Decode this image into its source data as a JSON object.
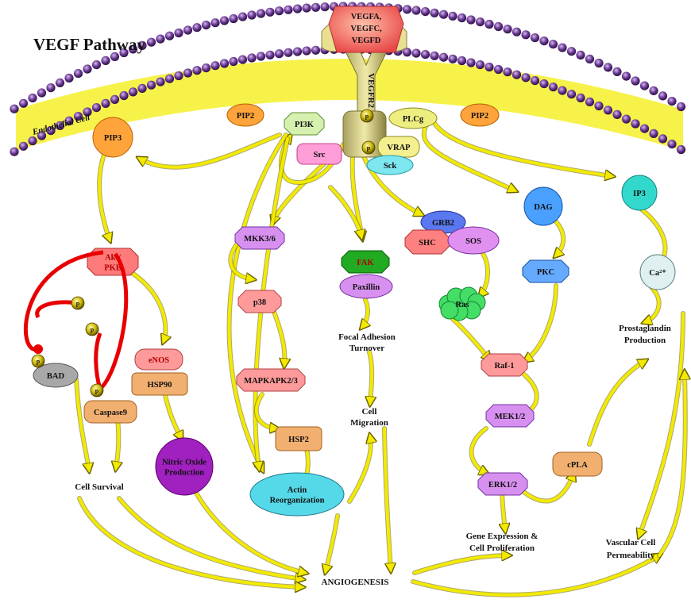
{
  "title": "VEGF Pathway",
  "ligand": [
    "VEGFA,",
    "VEGFC,",
    "VEGFD"
  ],
  "receptor": "VEGFR2",
  "membrane_label": "Endothelial Cell",
  "phospho": "p",
  "nodes": {
    "pip3": "PIP3",
    "pip2_left": "PIP2",
    "pip2_right": "PIP2",
    "pi3k": "PI3K",
    "plcg": "PLCg",
    "vrap": "VRAP",
    "sck": "Sck",
    "src": "Src",
    "akt": [
      "Akt/",
      "PKB"
    ],
    "bad": "BAD",
    "caspase9": "Caspase9",
    "enos": "eNOS",
    "hsp90": "HSP90",
    "no": [
      "Nitric Oxide",
      "Production"
    ],
    "mkk": "MKK3/6",
    "p38": "p38",
    "mapkapk": "MAPKAPK2/3",
    "hsp2": "HSP2",
    "actin": [
      "Actin",
      "Reorganization"
    ],
    "fak": "FAK",
    "paxillin": "Paxillin",
    "grb2": "GRB2",
    "shc": "SHC",
    "sos": "SOS",
    "ras": "Ras",
    "dag": "DAG",
    "pkc": "PKC",
    "raf": "Raf-1",
    "mek": "MEK1/2",
    "erk": "ERK1/2",
    "ip3": "IP3",
    "ca": "Ca²⁺",
    "cpla": "cPLA"
  },
  "outcomes": {
    "cell_survival": "Cell Survival",
    "focal": [
      "Focal Adhesion",
      "Turnover"
    ],
    "migration": [
      "Cell",
      "Migration"
    ],
    "gene": [
      "Gene Expression &",
      "Cell Proliferation"
    ],
    "prostaglandin": [
      "Prostaglandin",
      "Production"
    ],
    "permeability": [
      "Vascular Cell",
      "Permeability"
    ],
    "angiogenesis": "ANGIOGENESIS"
  }
}
